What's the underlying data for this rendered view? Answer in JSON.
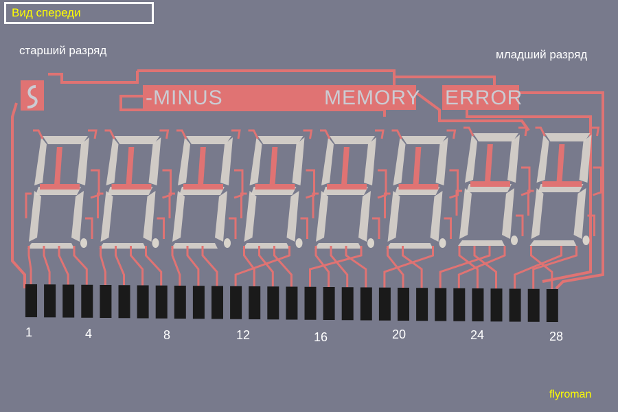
{
  "title": "Вид спереди",
  "labels": {
    "msb": "старший разряд",
    "lsb": "младший разряд"
  },
  "indicators": {
    "minus": "-MINUS",
    "memory": "MEMORY",
    "error": "ERROR"
  },
  "digit_count": 8,
  "pin_count": 29,
  "pin_numbers": [
    "1",
    "4",
    "8",
    "12",
    "16",
    "20",
    "24",
    "28"
  ],
  "author": "flyroman",
  "colors": {
    "background": "#787a8c",
    "trace": "#e07373",
    "segment": "#d9d4cc",
    "pin": "#1a1a1a",
    "title_text": "#ffff00"
  }
}
